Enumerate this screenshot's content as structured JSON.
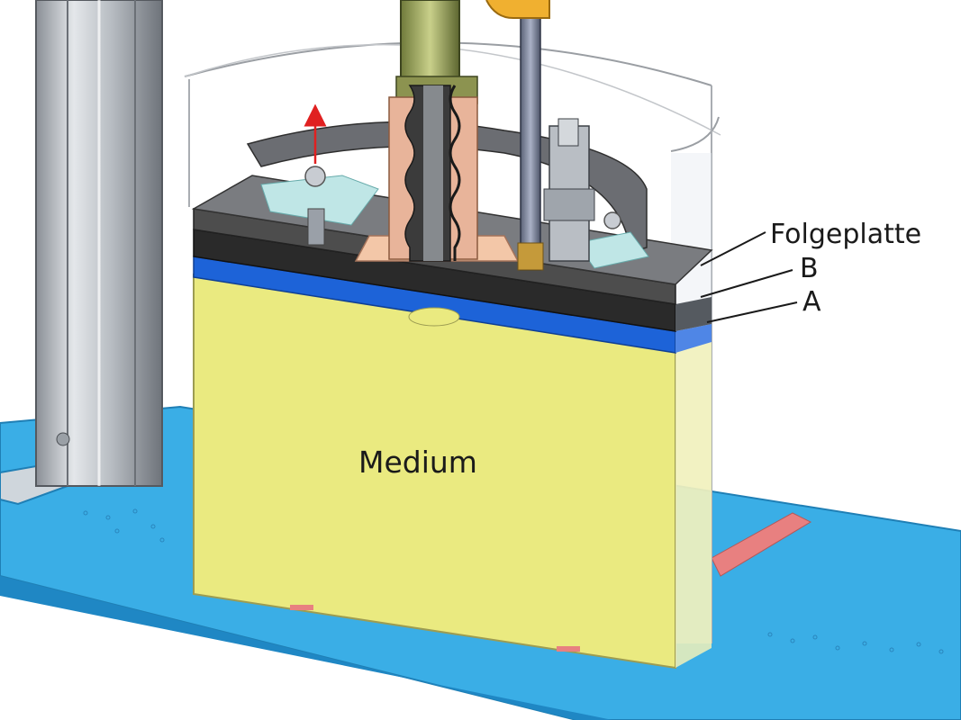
{
  "labels": {
    "follower_plate": "Folgeplatte",
    "layer_b": "B",
    "layer_a": "A",
    "medium": "Medium"
  },
  "colors": {
    "base_plate": "#3aaee6",
    "medium": "#eaea80",
    "layer_a": "#1d63d8",
    "layer_b": "#2a2a2a",
    "follower_plate": "#4d4d4d",
    "arrow": "#e02020"
  }
}
